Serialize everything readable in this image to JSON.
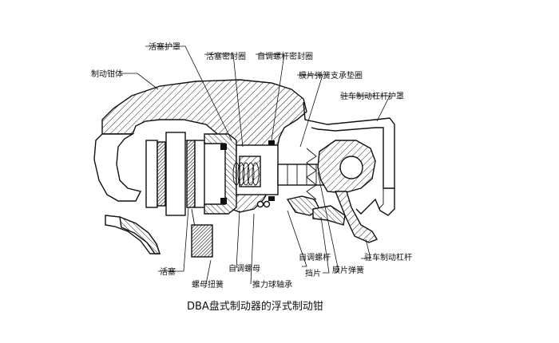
{
  "labels": {
    "piston_boot": "活塞护罩",
    "piston_seal": "活塞密封圈",
    "adjuster_screw_seal": "自调螺杆密封圈",
    "diaphragm_spring_washer": "膜片弹簧支承垫圈",
    "caliper_body": "制动钳体",
    "parking_lever_boot": "驻车制动杠杆护罩",
    "piston": "活塞",
    "nut_torsion_spring": "螺母扭簧",
    "adjuster_nut": "自调螺母",
    "thrust_ball_bearing": "推力球轴承",
    "adjuster_screw": "自调螺杆",
    "retaining_plate": "挡片",
    "diaphragm_spring": "膜片弹簧",
    "parking_lever": "驻车制动杠杆"
  },
  "caption": "DBA盘式制动器的浮式制动钳"
}
